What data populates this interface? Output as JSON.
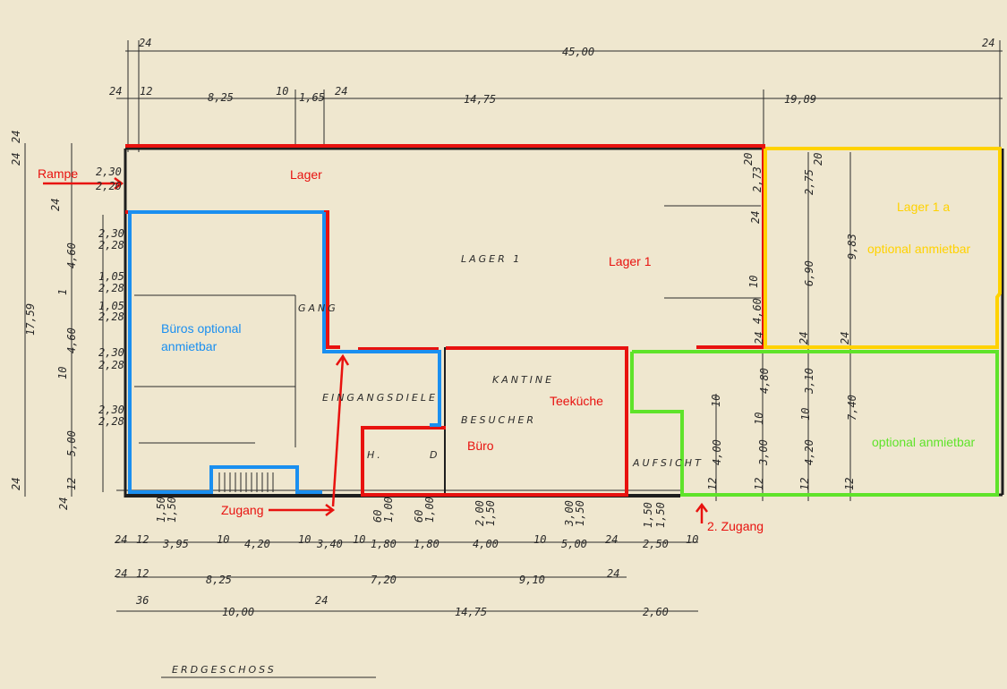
{
  "colors": {
    "paper": "#efe7cf",
    "red": "#e8120f",
    "blue": "#1a8ff0",
    "yellow": "#ffd200",
    "green": "#5fe32a",
    "ink": "#2b2b2b"
  },
  "labels": {
    "rampe": "Rampe",
    "lager": "Lager",
    "lager1": "Lager 1",
    "bueros_line1": "Büros optional",
    "bueros_line2": "anmietbar",
    "teekueche": "Teeküche",
    "buero": "Büro",
    "zugang": "Zugang",
    "zugang2": "2. Zugang",
    "lager1a": "Lager 1 a",
    "lager1a_optional": "optional anmietbar",
    "green_optional": "optional anmietbar"
  },
  "handwritten": {
    "lager_1": "LAGER 1",
    "kantine": "KANTINE",
    "eingangsdiele": "EINGANGSDIELE",
    "besucher": "BESUCHER",
    "aufsicht": "AUFSICHT",
    "gang": "GANG",
    "wc": "H.",
    "wc2": "D",
    "erdgeschoss": "ERDGESCHOSS"
  },
  "dimensions": {
    "top": {
      "total": "45,00",
      "d24a": "24",
      "d24b": "24",
      "d12": "12",
      "a": "8,25",
      "b": "10",
      "c": "1,65",
      "d": "24",
      "e": "14,75",
      "f": "19,89",
      "g": "24"
    },
    "left": {
      "total": "17,59",
      "a": "24",
      "b": "2,30",
      "c": "2,20",
      "d": "24",
      "e": "4,60",
      "f": "1",
      "g": "4,60",
      "h": "10",
      "i": "5,00",
      "j": "12",
      "k": "24",
      "l": "24",
      "m": "24"
    },
    "windows": [
      "2,30",
      "2,28",
      "1,05",
      "2,28",
      "1,05",
      "2,28",
      "2,30",
      "2,28",
      "2,30",
      "2,28"
    ],
    "bottom1": [
      "24",
      "12",
      "3,95",
      "10",
      "4,20",
      "10",
      "3,40",
      "10",
      "1,80",
      "1,80",
      "4,00",
      "10",
      "5,00",
      "24",
      "2,50",
      "10"
    ],
    "bottom2": [
      "24",
      "12",
      "8,25",
      "7,20",
      "9,10",
      "24"
    ],
    "bottom3": [
      "36",
      "10,00",
      "24",
      "14,75",
      "2,60"
    ],
    "doors": [
      "1,50",
      "1,50",
      "60",
      "1,00",
      "60",
      "1,00",
      "2,00",
      "1,50",
      "3,00",
      "1,50",
      "1,50",
      "1,50"
    ],
    "right": [
      "20",
      "2,73",
      "24",
      "10",
      "4,60",
      "2,75",
      "20",
      "6,90",
      "9,83",
      "24",
      "24",
      "24",
      "4,80",
      "3,10",
      "7,40",
      "10",
      "10",
      "10",
      "4,00",
      "3,00",
      "4,20",
      "12",
      "12",
      "12",
      "12"
    ]
  }
}
